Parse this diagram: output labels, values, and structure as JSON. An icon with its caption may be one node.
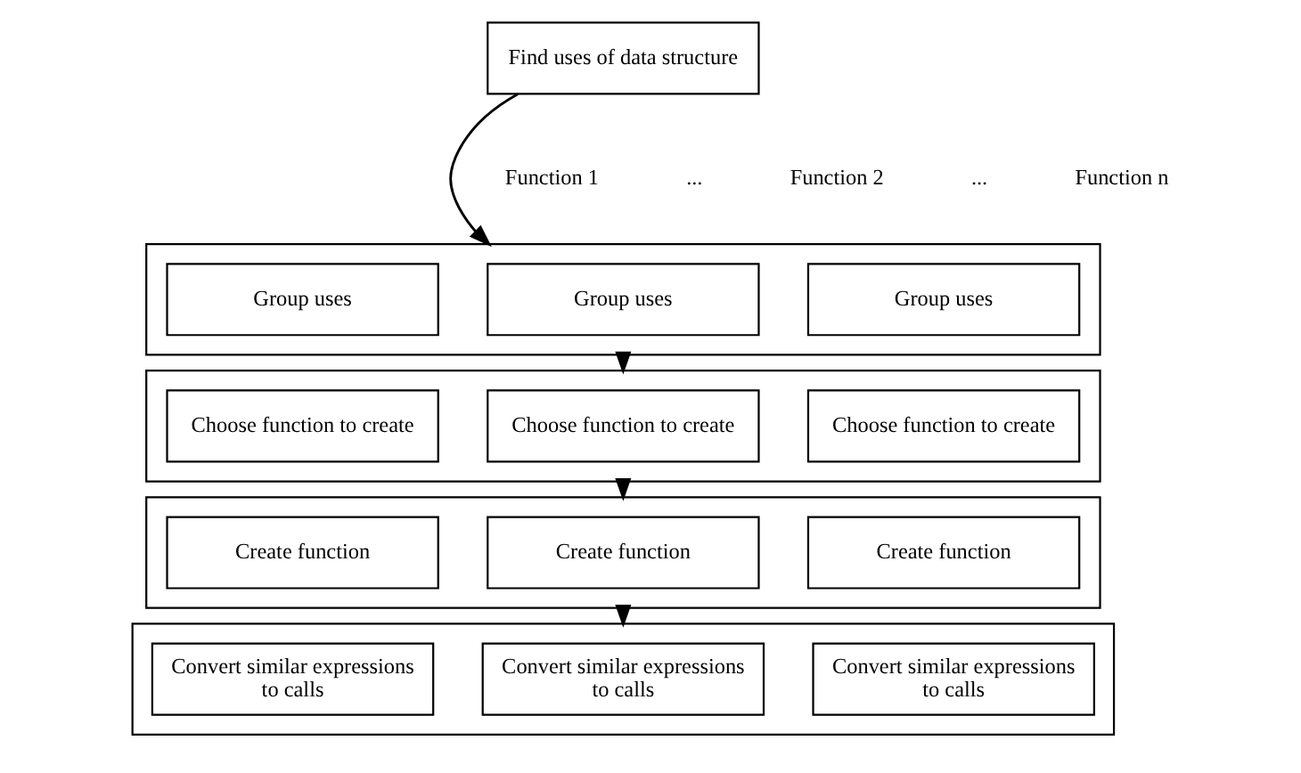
{
  "diagram": {
    "nodes": [
      {
        "text": [
          "Find uses of data structure"
        ]
      },
      {
        "text": [],
        "shape": "box"
      },
      {
        "text": [
          "Group uses"
        ],
        "in": 1
      },
      {
        "text": [
          "Group uses"
        ],
        "in": 1
      },
      {
        "text": [
          "Group uses"
        ],
        "in": 1
      },
      {
        "text": [],
        "shape": "box"
      },
      {
        "text": [
          "Choose function to create"
        ],
        "in": 5
      },
      {
        "text": [
          "Choose function to create"
        ],
        "in": 5
      },
      {
        "text": [
          "Choose function to create"
        ],
        "in": 5
      },
      {
        "text": [],
        "shape": "box"
      },
      {
        "text": [
          "Create function"
        ],
        "in": 9
      },
      {
        "text": [
          "Create function"
        ],
        "in": 9
      },
      {
        "text": [
          "Create function"
        ],
        "in": 9
      },
      {
        "text": [],
        "shape": "box"
      },
      {
        "text": [
          "Convert similar expressions to calls"
        ],
        "in": 13
      },
      {
        "text": [
          "Convert similar expressions to calls"
        ],
        "in": 13
      },
      {
        "text": [
          "Convert similar expressions to calls"
        ],
        "in": 13
      }
    ],
    "edges": [
      {
        "from": 0,
        "to": 1,
        "arrow": "to"
      },
      {
        "from": 1,
        "to": 5,
        "arrow": "to"
      },
      {
        "from": 5,
        "to": 9,
        "arrow": "to"
      },
      {
        "from": 9,
        "to": 13,
        "arrow": "to"
      }
    ],
    "labels": [
      "Function 1",
      "...",
      "Function 2",
      "...",
      "Function n"
    ]
  }
}
